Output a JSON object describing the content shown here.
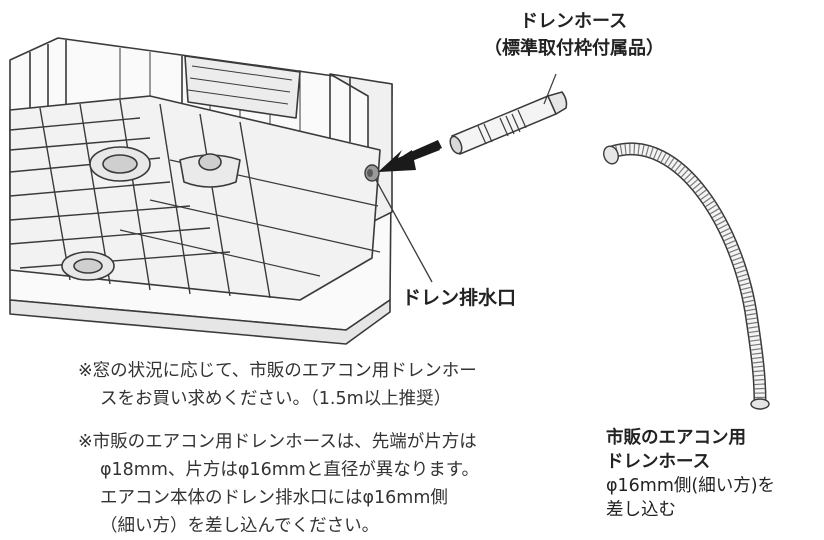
{
  "labels": {
    "drain_hose_title": "ドレンホース",
    "drain_hose_sub": "（標準取付枠付属品）",
    "drain_outlet": "ドレン排水口"
  },
  "notes": [
    {
      "lines": [
        "※窓の状況に応じて、市販のエアコン用ドレンホー",
        "スをお買い求めください。（1.5m以上推奨）"
      ]
    },
    {
      "lines": [
        "※市販のエアコン用ドレンホースは、先端が片方は",
        "φ18mm、片方はφ16mmと直径が異なります。",
        "エアコン本体のドレン排水口にはφ16mm側",
        "（細い方）を差し込んでください。"
      ]
    }
  ],
  "commercial_hose": {
    "title_lines": [
      "市販のエアコン用",
      "ドレンホース"
    ],
    "detail_lines": [
      "φ16mm側(細い方)を",
      "差し込む"
    ]
  },
  "colors": {
    "line": "#3a3a3a",
    "arrow": "#1a1a1a",
    "fill_light": "#f4f4f4",
    "fill_mid": "#d9d9d9",
    "outlet_fill": "#9a9a9a"
  }
}
